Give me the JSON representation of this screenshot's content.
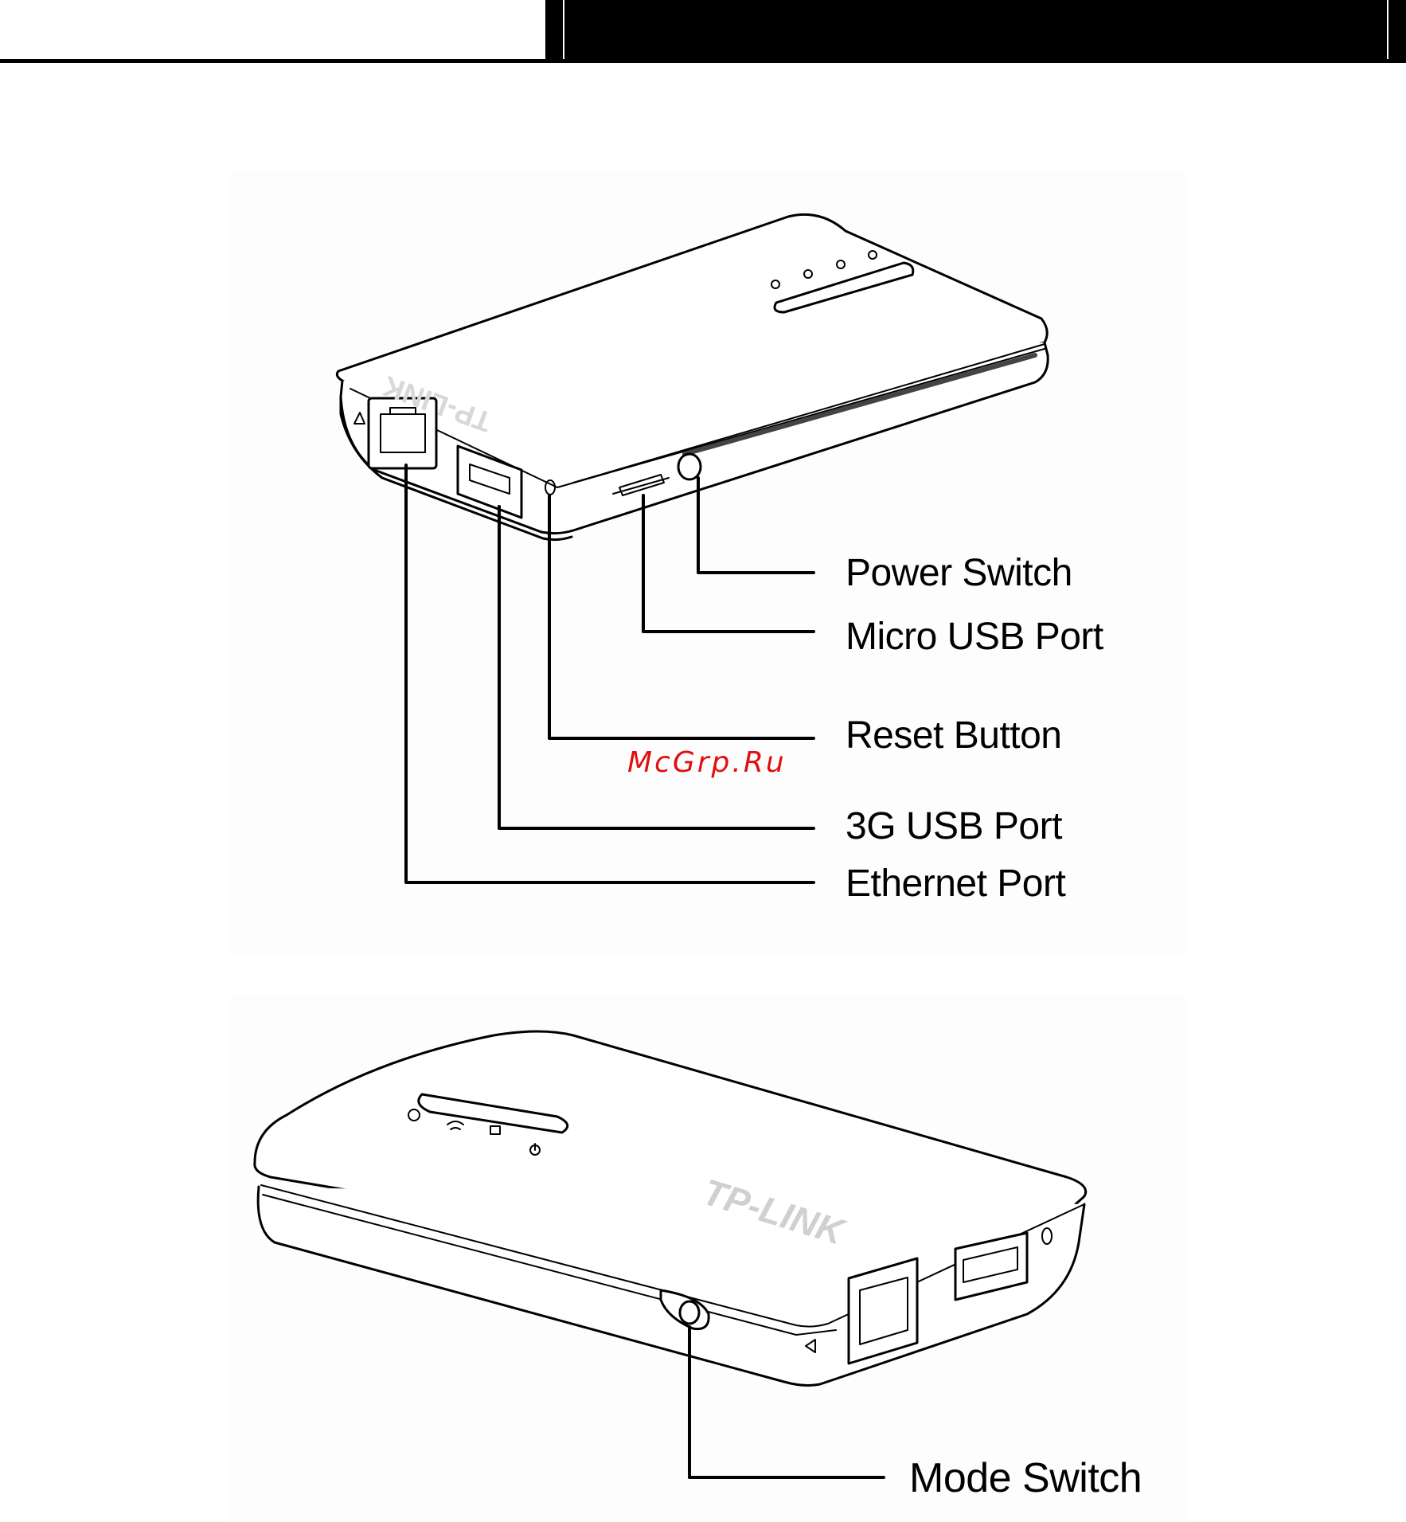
{
  "figure_top": {
    "brand_logo": "TP-LINK",
    "callouts": {
      "power_switch": "Power Switch",
      "micro_usb_port": "Micro USB Port",
      "reset_button": "Reset Button",
      "usb_3g_port": "3G USB Port",
      "ethernet_port": "Ethernet Port"
    }
  },
  "figure_bottom": {
    "brand_logo": "TP-LINK",
    "callouts": {
      "mode_switch": "Mode Switch"
    }
  },
  "watermark": "McGrp.Ru"
}
